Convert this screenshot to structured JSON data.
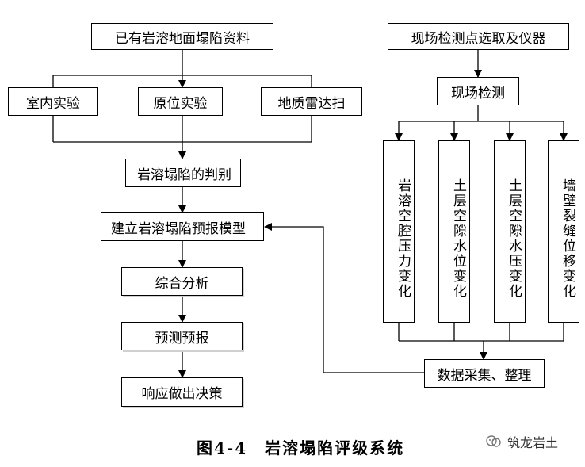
{
  "diagram": {
    "left_flow": {
      "source": "已有岩溶地面塌陷资料",
      "methods": [
        "室内实验",
        "原位实验",
        "地质雷达扫"
      ],
      "identify": "岩溶塌陷的判别",
      "model": "建立岩溶塌陷预报模型",
      "analysis": "综合分析",
      "forecast": "预测预报",
      "decision": "响应做出决策"
    },
    "right_flow": {
      "selection": "现场检测点选取及仪器",
      "field": "现场检测",
      "indicators": [
        "岩溶空腔压力变化",
        "土层空隙水位变化",
        "土层空隙水压变化",
        "墙壁裂缝位移变化"
      ],
      "data": "数据采集、整理"
    },
    "caption": "图4-4　岩溶塌陷评级系统",
    "watermark": "筑龙岩土"
  }
}
